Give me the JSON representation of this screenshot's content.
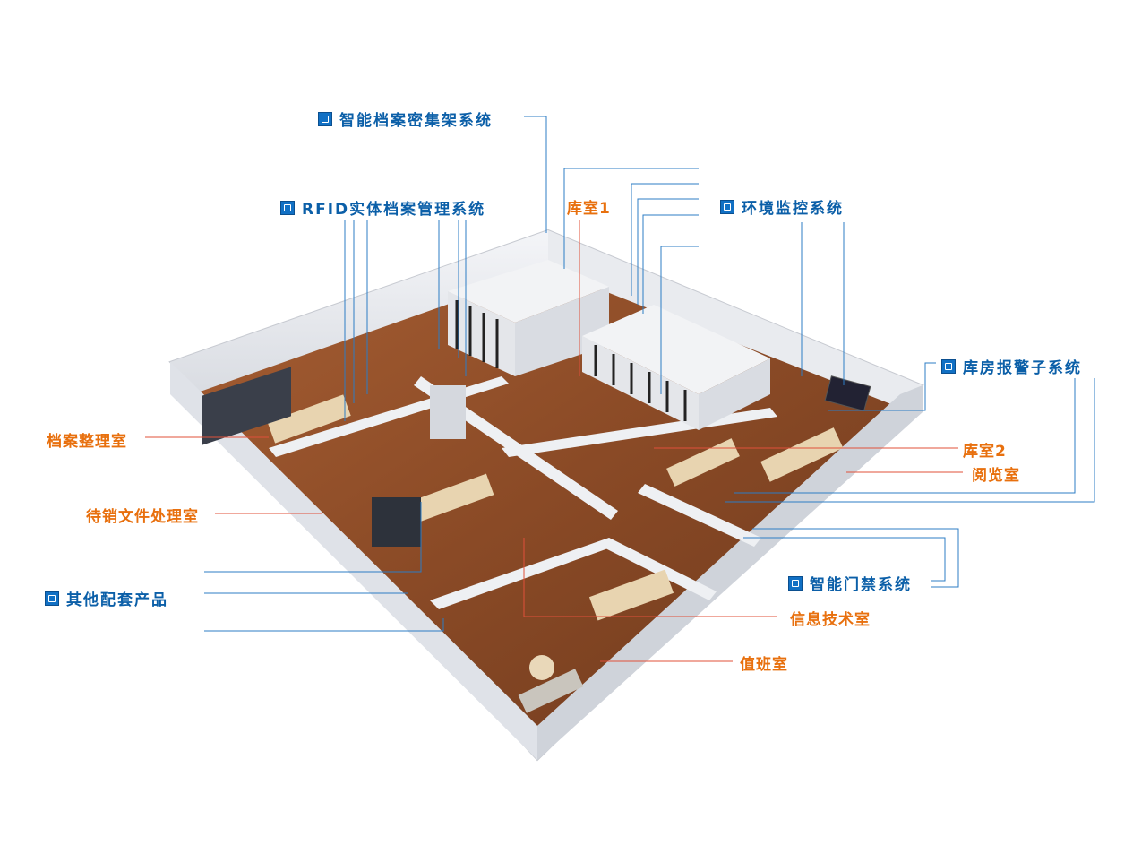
{
  "systems": {
    "dense_shelf": "智能档案密集架系统",
    "rfid": "RFID实体档案管理系统",
    "env_monitor": "环境监控系统",
    "alarm": "库房报警子系统",
    "access": "智能门禁系统",
    "other": "其他配套产品"
  },
  "rooms": {
    "storage1": "库室1",
    "storage2": "库室2",
    "sorting": "档案整理室",
    "pending": "待销文件处理室",
    "reading": "阅览室",
    "it": "信息技术室",
    "duty": "值班室"
  },
  "colors": {
    "system_blue": "#0b5fa8",
    "room_orange": "#e8700e",
    "wood_floor": "#8a4a26",
    "wall": "#eceef2"
  },
  "icons": [
    "shelf-icon",
    "rfid-icon",
    "monitor-icon",
    "alarm-icon",
    "door-icon",
    "product-icon"
  ]
}
